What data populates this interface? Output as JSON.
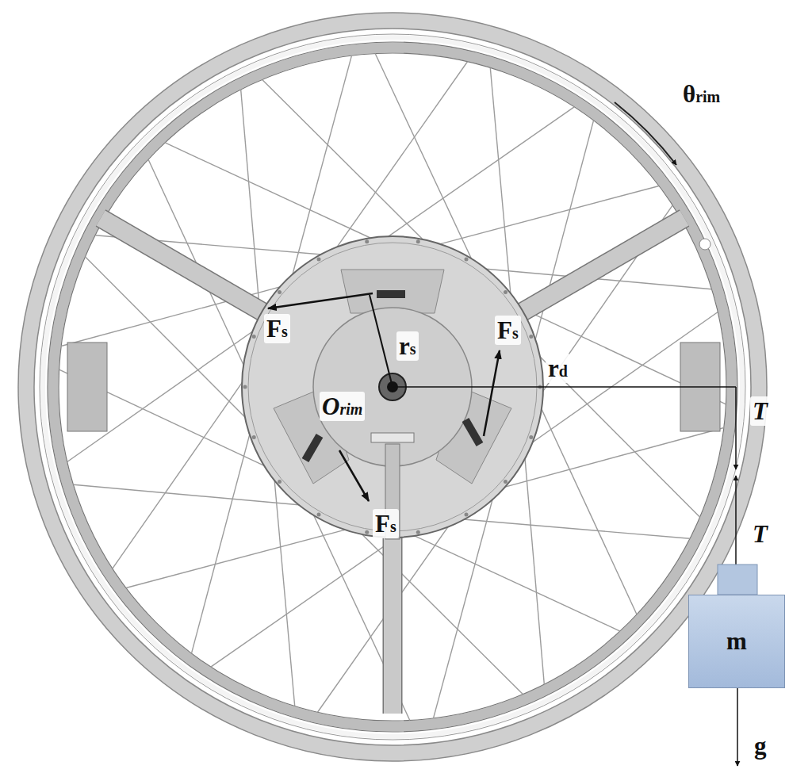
{
  "diagram": {
    "nodes": [
      {
        "text": [
          "m"
        ]
      }
    ],
    "labels": [
      "θrim",
      "Fs",
      "rs",
      "Fs",
      "rd",
      "Orim",
      "T",
      "T",
      "Fs",
      "g"
    ]
  }
}
